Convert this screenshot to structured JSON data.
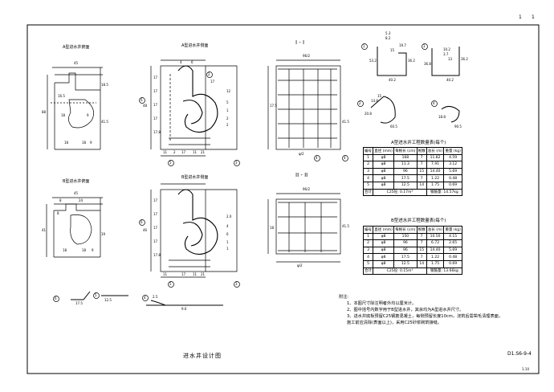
{
  "header": {
    "page_a": "1",
    "page_b": "1"
  },
  "views": {
    "plan_a_title": "A型进水井俯面",
    "plan_b_title": "B型进水井俯面",
    "elev_a_title": "A型进水井侧面",
    "elev_b_title": "B型进水井侧面",
    "section_a_title": "I - I",
    "section_b_title": "II - II"
  },
  "dims": {
    "plan_a": [
      "45",
      "18",
      "9",
      "18.5",
      "18",
      "18",
      "9",
      "16.5",
      "41.5",
      "88"
    ],
    "plan_b": [
      "45",
      "8",
      "24",
      "18",
      "18",
      "9",
      "8",
      "41",
      "19"
    ],
    "elev_a": [
      "48",
      "17",
      "17",
      "17",
      "17",
      "11",
      "2",
      "17",
      "11",
      "21",
      "17.8",
      "17",
      "12",
      "5",
      "1",
      "2",
      "2",
      "4",
      "6"
    ],
    "elev_b": [
      "46",
      "17",
      "17",
      "17",
      "17",
      "11",
      "17",
      "11",
      "21",
      "17.8",
      "2.0",
      "4",
      "6",
      "1",
      "1"
    ],
    "section_a": [
      "96/2",
      "φ/2",
      "41.5",
      "17.5"
    ],
    "section_b": [
      "96/2",
      "φ/2",
      "41.5",
      "18"
    ],
    "bars": [
      "5.3",
      "8.2",
      "15",
      "19.7",
      "53.2",
      "36.2",
      "40.2",
      "10.2",
      "3.7",
      "13",
      "36.8",
      "36.2",
      "40.2",
      "15",
      "14.8",
      "20.8",
      "60.5",
      "18.8",
      "90.5",
      "17.5",
      "12.5",
      "2.5",
      "9.6"
    ]
  },
  "markers": [
    "1",
    "2",
    "3",
    "4",
    "5",
    "6"
  ],
  "table_a": {
    "title": "A型进水井工程数量表(每个)",
    "headers": [
      "编号",
      "直径\n(mm)",
      "每根长\n(cm)",
      "根数",
      "总长\n(m)",
      "重量\n(kg)"
    ],
    "rows": [
      [
        "1",
        "φ8",
        "168",
        "7",
        "11.82",
        "4.59"
      ],
      [
        "2",
        "φ8",
        "11.3",
        "7",
        "7.91",
        "3.12"
      ],
      [
        "3",
        "φ8",
        "96",
        "15",
        "14.40",
        "5.69"
      ],
      [
        "4",
        "φ8",
        "17.5",
        "7",
        "1.22",
        "0.48"
      ],
      [
        "5",
        "φ8",
        "12.5",
        "14",
        "1.75",
        "0.69"
      ]
    ],
    "total_label": "合计",
    "concrete": "C25砼: 0.17m³",
    "steel_total": "钢筋量: 14.57kg"
  },
  "table_b": {
    "title": "B型进水井工程数量表(每个)",
    "headers": [
      "编号",
      "直径\n(mm)",
      "每根长\n(cm)",
      "根数",
      "总长\n(m)",
      "重量\n(kg)"
    ],
    "rows": [
      [
        "1",
        "φ8",
        "150",
        "7",
        "10.50",
        "4.15"
      ],
      [
        "2",
        "φ8",
        "96",
        "7",
        "6.72",
        "2.65"
      ],
      [
        "3",
        "φ8",
        "96",
        "15",
        "14.40",
        "5.69"
      ],
      [
        "4",
        "φ8",
        "17.5",
        "7",
        "1.22",
        "0.48"
      ],
      [
        "5",
        "φ8",
        "12.5",
        "14",
        "1.75",
        "0.69"
      ]
    ],
    "total_label": "合计",
    "concrete": "C25砼: 0.15m³",
    "steel_total": "钢筋量: 13.66kg"
  },
  "notes": {
    "heading": "附注:",
    "lines": [
      "1、本图尺寸除注明者外均以厘米计。",
      "2、图中括号内数字用于B型进水井，其余均为A型进水井尺寸。",
      "3、进水井底板预留C25钢筋混凝土，每侧预留长度10cm，浇筑后需凿毛清理表面，",
      "   施工前应清除(表面以上)，采用C25砂浆砌筑接缝。"
    ]
  },
  "footer": {
    "title": "进水井设计图",
    "drawing_no": "D1.S6-9-4",
    "scale": "1:10"
  }
}
